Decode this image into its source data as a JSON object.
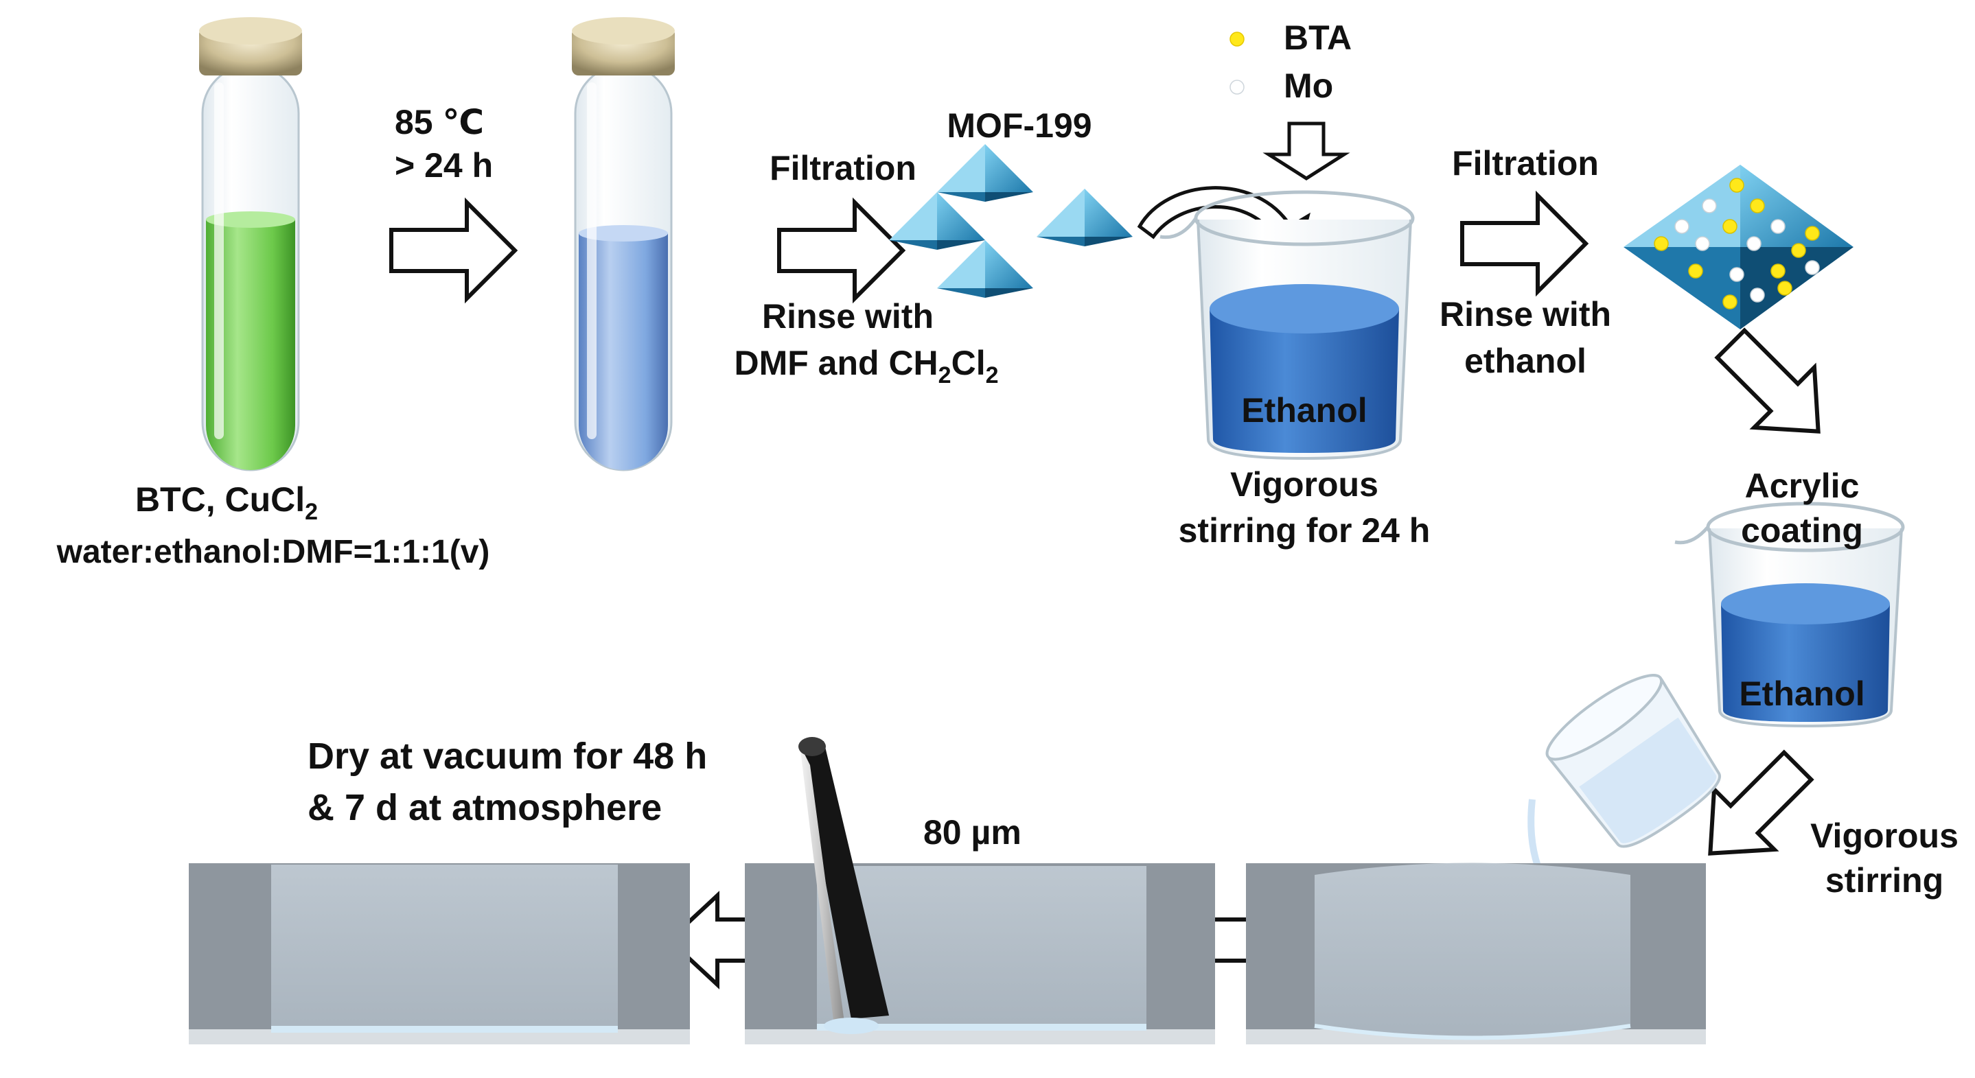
{
  "diagram": {
    "steps": {
      "reaction_condition": [
        "85 ℃",
        "> 24 h"
      ],
      "precursor": {
        "line1_text": "BTC, CuCl",
        "line1_sub": "2",
        "line2": "water:ethanol:DMF=1:1:1(v)"
      },
      "filtration_1": {
        "label": "Filtration",
        "rinse_line1": "Rinse with",
        "rinse_line2_text": "DMF and CH",
        "rinse_sub_a": "2",
        "rinse_mid": "Cl",
        "rinse_sub_b": "2"
      },
      "mof_label": "MOF-199",
      "legend": {
        "bta": "BTA",
        "mo": "Mo"
      },
      "beaker_1": {
        "solvent": "Ethanol",
        "caption": [
          "Vigorous",
          "stirring for 24 h"
        ]
      },
      "filtration_2": {
        "label": "Filtration",
        "rinse": [
          "Rinse with",
          "ethanol"
        ]
      },
      "beaker_2": {
        "coating": [
          "Acrylic",
          "coating"
        ],
        "solvent": "Ethanol"
      },
      "stirring_2": [
        "Vigorous",
        "stirring"
      ],
      "film_thickness": "80 µm",
      "drying": [
        "Dry at vacuum for 48 h",
        "& 7 d  at atmosphere"
      ]
    },
    "colors": {
      "green_solution": "#6cc94a",
      "blue_solution": "#7fa8e0",
      "mof_blue": "#2b8fc0",
      "beaker_liquid": "#2e6fc0",
      "bta_dot": "#ffe81a",
      "mo_dot": "#ffffff",
      "substrate_gray": "#9aa6b0",
      "coating_gray": "#b6c0c9"
    }
  }
}
